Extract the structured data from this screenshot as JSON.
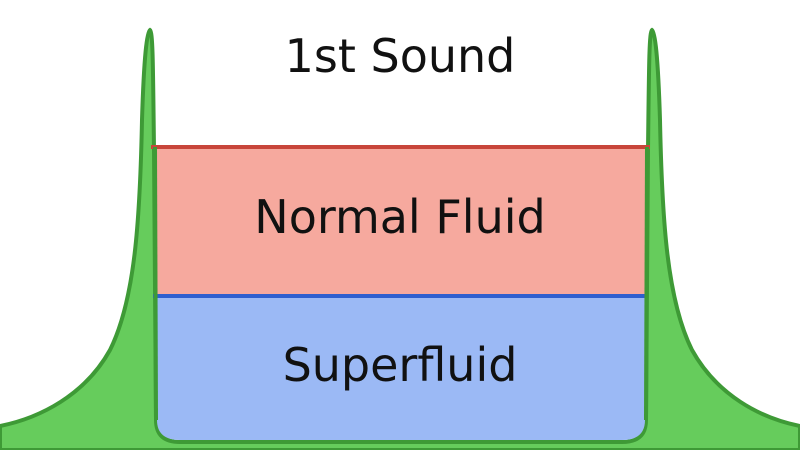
{
  "labels": {
    "top": "1st Sound",
    "middle": "Normal Fluid",
    "bottom": "Superfluid"
  },
  "colors": {
    "background": "#ffffff",
    "container_fill": "#66cc5c",
    "container_stroke": "#3e9a36",
    "normal_fluid_fill": "#f6a99e",
    "normal_fluid_line": "#c8453a",
    "superfluid_fill": "#9bb9f5",
    "superfluid_line": "#2f5fcf"
  }
}
